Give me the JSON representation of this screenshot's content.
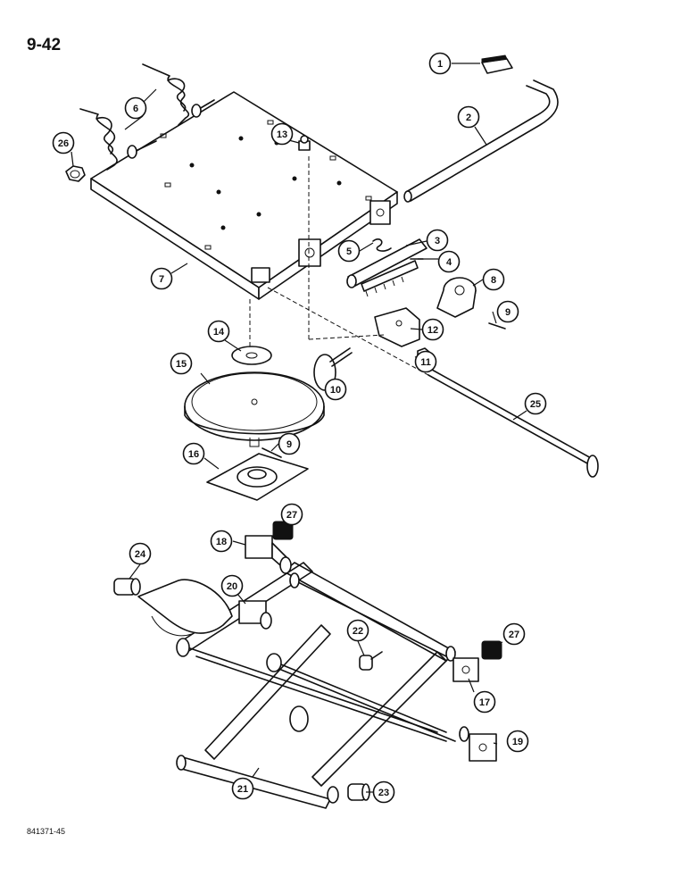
{
  "page_number": "9-42",
  "figure_id": "841371-45",
  "callouts": [
    {
      "label": "1"
    },
    {
      "label": "2"
    },
    {
      "label": "3"
    },
    {
      "label": "4"
    },
    {
      "label": "5"
    },
    {
      "label": "6"
    },
    {
      "label": "7"
    },
    {
      "label": "8"
    },
    {
      "label": "9"
    },
    {
      "label": "9"
    },
    {
      "label": "10"
    },
    {
      "label": "11"
    },
    {
      "label": "12"
    },
    {
      "label": "13"
    },
    {
      "label": "14"
    },
    {
      "label": "15"
    },
    {
      "label": "16"
    },
    {
      "label": "17"
    },
    {
      "label": "18"
    },
    {
      "label": "19"
    },
    {
      "label": "20"
    },
    {
      "label": "21"
    },
    {
      "label": "22"
    },
    {
      "label": "23"
    },
    {
      "label": "24"
    },
    {
      "label": "25"
    },
    {
      "label": "26"
    },
    {
      "label": "27"
    },
    {
      "label": "27"
    }
  ]
}
